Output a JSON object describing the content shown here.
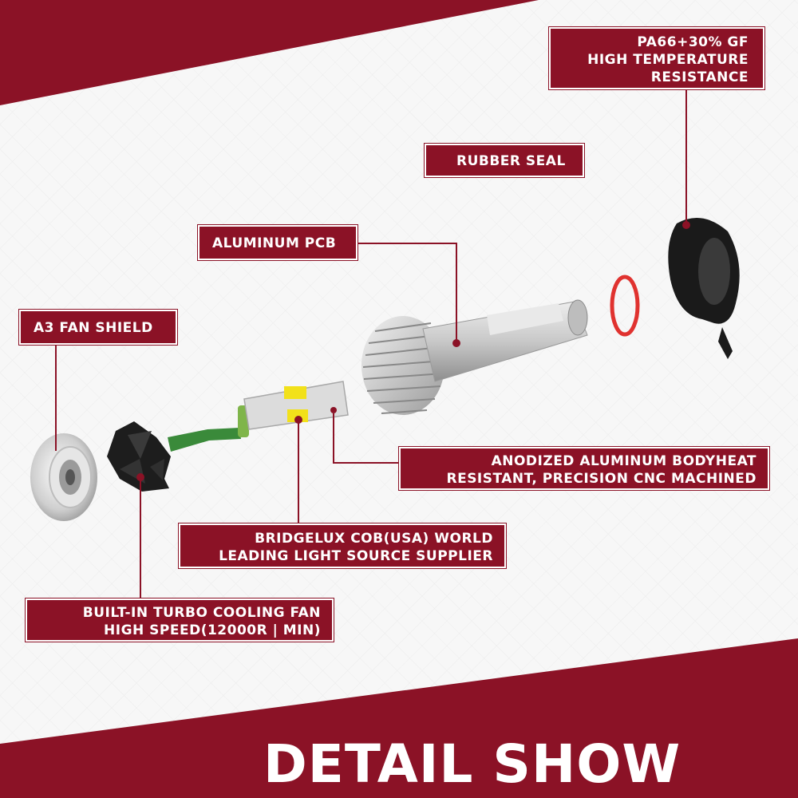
{
  "colors": {
    "accent": "#8b1226",
    "background": "#f7f7f7",
    "text": "#ffffff"
  },
  "labels": {
    "housing": [
      "PA66+30% GF",
      "HIGH TEMPERATURE",
      "RESISTANCE"
    ],
    "rubber_seal": "RUBBER SEAL",
    "aluminum_pcb": "ALUMINUM PCB",
    "fan_shield": "A3 FAN SHIELD",
    "anodized_body": [
      "ANODIZED ALUMINUM BODYHEAT",
      "RESISTANT, PRECISION CNC MACHINED"
    ],
    "bridgelux": [
      "BRIDGELUX COB(USA) WORLD",
      "LEADING LIGHT SOURCE SUPPLIER"
    ],
    "cooling_fan": [
      "BUILT-IN TURBO COOLING FAN",
      "HIGH SPEED(12000R | MIN)"
    ]
  },
  "banner": {
    "title": "DETAIL SHOW"
  }
}
